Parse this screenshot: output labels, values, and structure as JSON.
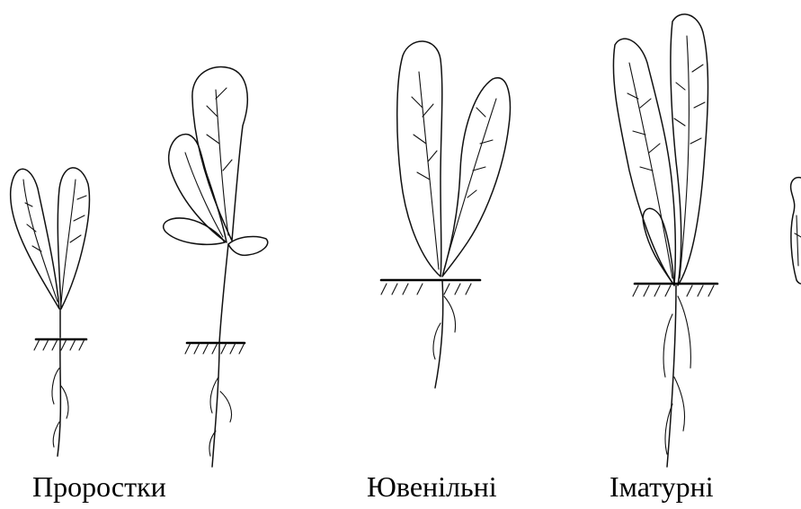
{
  "labels": {
    "seedlings": "Проростки",
    "juvenile": "Ювенільні",
    "immature": "Іматурні"
  }
}
